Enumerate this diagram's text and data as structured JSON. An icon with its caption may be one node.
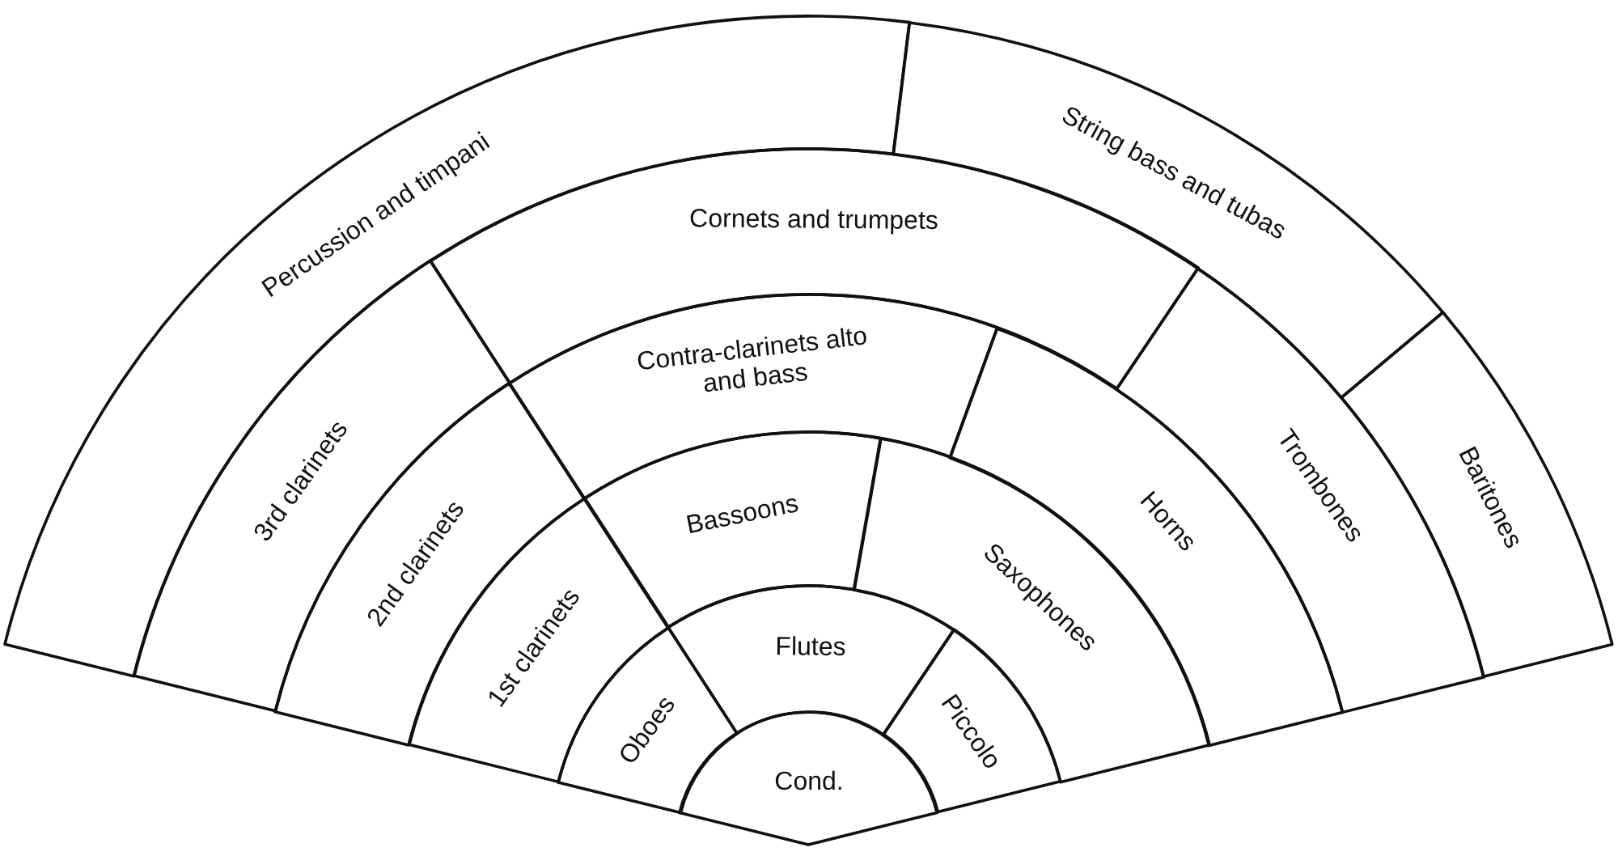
{
  "diagram": {
    "nodes": [
      {
        "text": [
          "Percussion and timpani"
        ]
      },
      {
        "text": [
          "String bass and tubas"
        ]
      },
      {
        "text": [
          "Cornets and trumpets"
        ]
      },
      {
        "text": [
          "3rd clarinets"
        ]
      },
      {
        "text": [
          "Contra-clarinets alto and bass"
        ]
      },
      {
        "text": [
          "Trombones"
        ]
      },
      {
        "text": [
          "Baritones"
        ]
      },
      {
        "text": [
          "2nd clarinets"
        ]
      },
      {
        "text": [
          "Bassoons"
        ]
      },
      {
        "text": [
          "Horns"
        ]
      },
      {
        "text": [
          "1st clarinets"
        ]
      },
      {
        "text": [
          "Flutes"
        ]
      },
      {
        "text": [
          "Saxophones"
        ]
      },
      {
        "text": [
          "Oboes"
        ]
      },
      {
        "text": [
          "Piccolo"
        ]
      },
      {
        "text": [
          "Cond."
        ]
      }
    ]
  }
}
